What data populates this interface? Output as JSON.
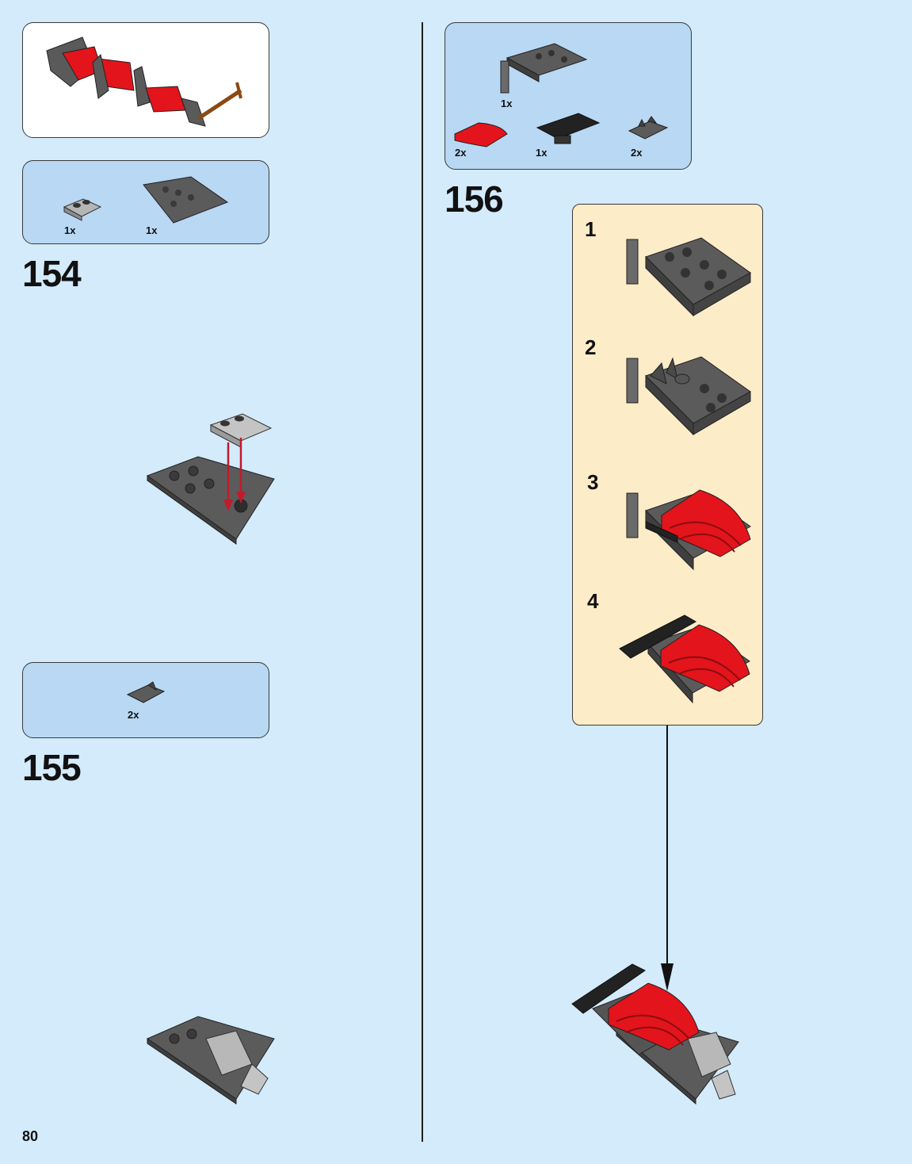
{
  "page_number": "80",
  "colors": {
    "background": "#d3ebfb",
    "parts_panel": "#b8d8f4",
    "sub_panel": "#fdecc8",
    "brick_dark": "#555555",
    "brick_light": "#a8a8a8",
    "brick_red": "#e3141b",
    "arrow_red": "#c21a2a"
  },
  "steps": [
    {
      "number": "154",
      "parts": [
        {
          "qty": "1x",
          "icon": "light-gray-clip-plate-icon"
        },
        {
          "qty": "1x",
          "icon": "dark-gray-wedge-plate-icon"
        }
      ]
    },
    {
      "number": "155",
      "parts": [
        {
          "qty": "2x",
          "icon": "dark-gray-clip-plate-icon"
        }
      ]
    },
    {
      "number": "156",
      "parts": [
        {
          "qty": "1x",
          "icon": "dark-gray-hinge-plate-icon"
        },
        {
          "qty": "2x",
          "icon": "red-curved-slope-icon"
        },
        {
          "qty": "1x",
          "icon": "black-hinge-tile-icon"
        },
        {
          "qty": "2x",
          "icon": "dark-gray-clip-plate-icon"
        }
      ],
      "substeps": [
        {
          "number": "1"
        },
        {
          "number": "2"
        },
        {
          "number": "3"
        },
        {
          "number": "4"
        }
      ]
    }
  ]
}
